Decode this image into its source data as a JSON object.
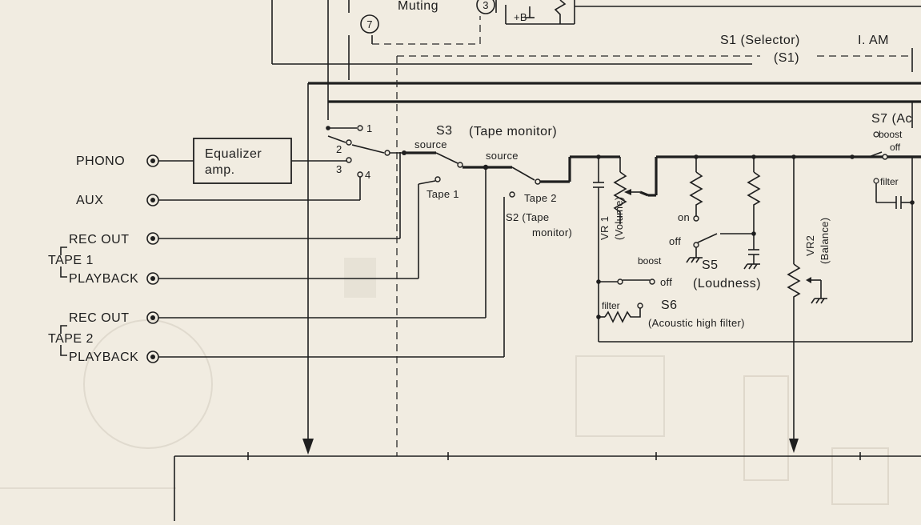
{
  "header": {
    "muting": "Muting",
    "node_7": "7",
    "node_3": "3",
    "plus_b": "+B",
    "s1_label": "S1 (Selector)",
    "s1_pos": "I. AM",
    "s1_bus": "(S1)"
  },
  "inputs": {
    "phono": "PHONO",
    "aux": "AUX",
    "tape1": "TAPE 1",
    "tape2": "TAPE 2",
    "rec_out": "REC  OUT",
    "playback": "PLAYBACK"
  },
  "equalizer": {
    "line1": "Equalizer",
    "line2": "amp."
  },
  "selector_positions": [
    "1",
    "2",
    "3",
    "4"
  ],
  "s3": {
    "name": "S3",
    "desc": "(Tape monitor)",
    "source": "source",
    "tape1": "Tape 1"
  },
  "s2": {
    "name": "S2 (Tape",
    "monitor": "monitor)",
    "source": "source",
    "tape2": "Tape 2"
  },
  "vr1": {
    "name": "VR 1",
    "desc": "(Volume)"
  },
  "vr2": {
    "name": "VR2",
    "desc": "(Balance)"
  },
  "s5": {
    "name": "S5",
    "desc": "(Loudness)",
    "on": "on",
    "off": "off"
  },
  "boost": {
    "label": "boost",
    "off": "off"
  },
  "s6": {
    "name": "S6",
    "desc": "(Acoustic high filter)",
    "filter": "filter"
  },
  "s7": {
    "name": "S7 (Ac",
    "boost": "boost",
    "off": "off",
    "filter": "filter"
  }
}
